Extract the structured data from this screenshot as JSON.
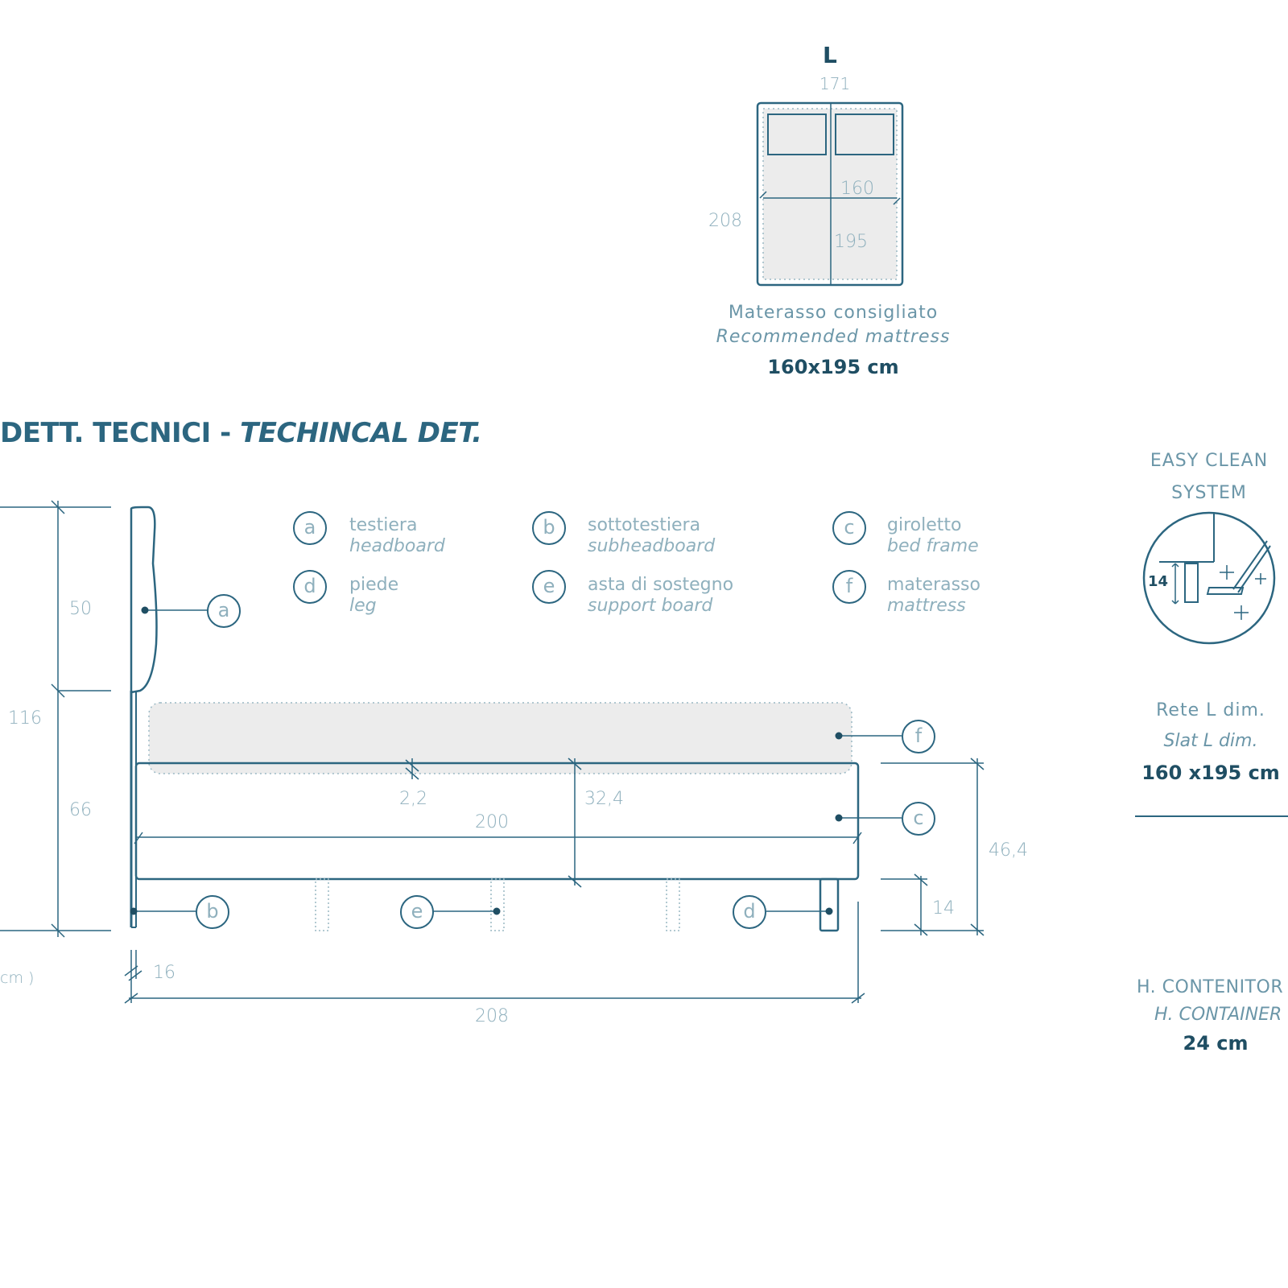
{
  "mattress_view": {
    "size_label": "L",
    "outer_width": "171",
    "outer_length": "208",
    "inner_width": "160",
    "inner_length": "195",
    "caption_it": "Materasso consigliato",
    "caption_en": "Recommended mattress",
    "caption_size": "160x195 cm"
  },
  "section": {
    "title_it": "DETT. TECNICI - ",
    "title_en": "TECHINCAL DET."
  },
  "legend": [
    {
      "letter": "a",
      "it": "testiera",
      "en": "headboard"
    },
    {
      "letter": "b",
      "it": "sottotestiera",
      "en": "subheadboard"
    },
    {
      "letter": "c",
      "it": "giroletto",
      "en": "bed frame"
    },
    {
      "letter": "d",
      "it": "piede",
      "en": "leg"
    },
    {
      "letter": "e",
      "it": "asta di sostegno",
      "en": "support board"
    },
    {
      "letter": "f",
      "it": "materasso",
      "en": "mattress"
    }
  ],
  "dimensions": {
    "total_height": "116",
    "headboard_height": "50",
    "lower_height": "66",
    "unit_note": "cm )",
    "headboard_thickness": "16",
    "total_length": "208",
    "frame_length": "200",
    "frame_thickness": "2,2",
    "frame_depth": "32,4",
    "frame_total_height": "46,4",
    "leg_height": "14"
  },
  "easy_clean": {
    "title_1": "EASY CLEAN",
    "title_2": "SYSTEM",
    "clearance": "14",
    "slat_it": "Rete L dim.",
    "slat_en": "Slat L dim.",
    "slat_size": "160 x195 cm",
    "container_it": "H. CONTENITOR",
    "container_en": "H. CONTAINER",
    "container_size": "24 cm"
  },
  "colors": {
    "line": "#2c6680",
    "dim": "#8fb0bd",
    "fill": "#ececec"
  }
}
